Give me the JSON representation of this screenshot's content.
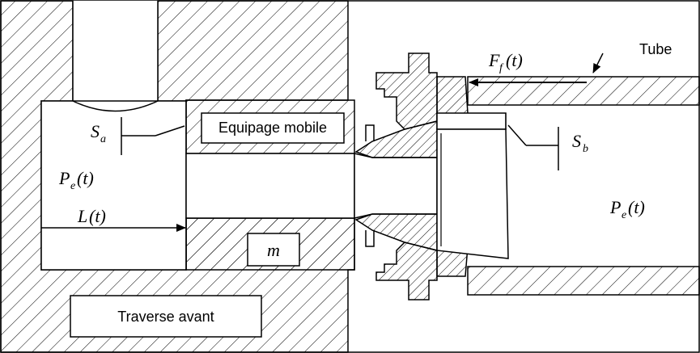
{
  "labels": {
    "equipage": "Equipage mobile",
    "traverse": "Traverse avant",
    "tube": "Tube",
    "m": "m"
  },
  "symbols": {
    "sa_main": "S",
    "sa_sub": "a",
    "sb_main": "S",
    "sb_sub": "b",
    "pe_left_main": "P",
    "pe_left_sub": "e",
    "pe_left_arg": "(t)",
    "pe_right_main": "P",
    "pe_right_sub": "e",
    "pe_right_arg": "(t)",
    "l_main": "L",
    "l_arg": "(t)",
    "ff_main": "F",
    "ff_sub": "f",
    "ff_arg": "(t)"
  }
}
